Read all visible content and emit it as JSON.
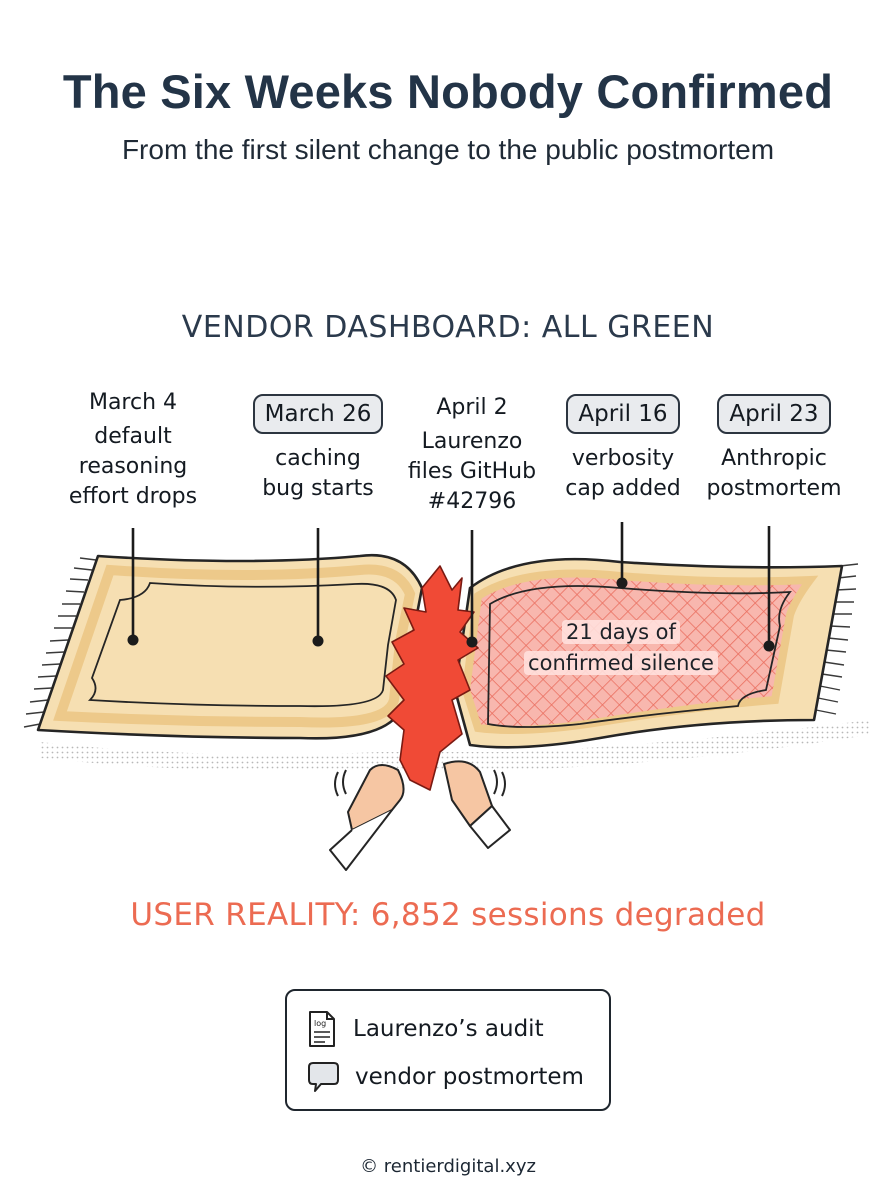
{
  "title": "The Six Weeks Nobody Confirmed",
  "subtitle": "From the first silent change to the public postmortem",
  "vendor_label": "VENDOR DASHBOARD: ALL GREEN",
  "events": [
    {
      "date": "March 4",
      "desc": [
        "default",
        "reasoning",
        "effort drops"
      ],
      "boxed": false
    },
    {
      "date": "March 26",
      "desc": [
        "caching",
        "bug starts"
      ],
      "boxed": true
    },
    {
      "date": "April 2",
      "desc": [
        "Laurenzo",
        "files GitHub",
        "#42796"
      ],
      "boxed": false
    },
    {
      "date": "April 16",
      "desc": [
        "verbosity",
        "cap added"
      ],
      "boxed": true
    },
    {
      "date": "April 23",
      "desc": [
        "Anthropic",
        "postmortem"
      ],
      "boxed": true
    }
  ],
  "silence_label": [
    "21 days of",
    "confirmed silence"
  ],
  "reality_label": "USER REALITY: 6,852 sessions degraded",
  "legend": {
    "items": [
      {
        "label": "Laurenzo’s audit",
        "icon": "log-file-icon",
        "icon_text": "log"
      },
      {
        "label": "vendor postmortem",
        "icon": "speech-bubble-icon"
      }
    ]
  },
  "footer": "© rentierdigital.xyz",
  "colors": {
    "title": "#233447",
    "rug": "#f6dfb2",
    "rug_border": "#edc98a",
    "tear": "#f04a36",
    "silence_zone": "#f3a49b",
    "reality": "#ec6b52"
  }
}
